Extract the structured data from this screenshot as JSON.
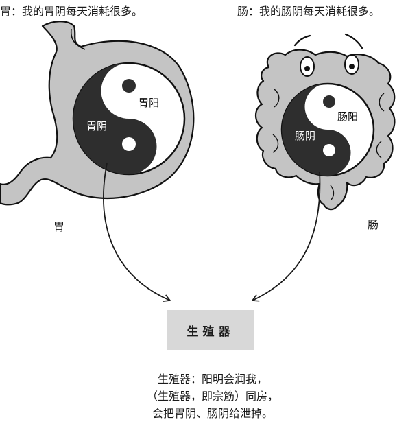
{
  "captions": {
    "stomach": "胃：我的胃阴每天消耗很多。",
    "intestine": "肠：我的肠阴每天消耗很多。"
  },
  "labels": {
    "stomach_organ": "胃",
    "intestine_organ": "肠",
    "stomach_yang": "胃阳",
    "stomach_yin": "胃阴",
    "intestine_yang": "肠阳",
    "intestine_yin": "肠阴"
  },
  "target_box": "生殖器",
  "bottom_text": [
    "生殖器：阳明会润我，",
    "（生殖器，即宗筋）同房，",
    "会把胃阴、肠阴给泄掉。"
  ],
  "colors": {
    "organ_fill": "#c4c4c4",
    "yin_dark": "#2e2e2e",
    "box_fill": "#d8d8d8"
  }
}
